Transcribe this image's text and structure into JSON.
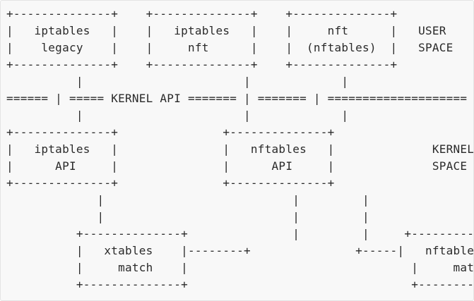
{
  "diagram": {
    "lines": [
      "+--------------+    +--------------+    +--------------+",
      "|   iptables   |    |   iptables   |    |     nft      |   USER",
      "|    legacy    |    |     nft      |    |  (nftables)  |   SPACE",
      "+--------------+    +--------------+    +--------------+",
      "          |                       |             |",
      "====== | ===== KERNEL API ======= | ======= | ====================",
      "          |                       |             |",
      "+--------------+               +--------------+",
      "|   iptables   |               |   nftables   |              KERNEL",
      "|      API     |               |      API     |              SPACE",
      "+--------------+               +--------------+",
      "             |                           |         |",
      "             |                           |         |",
      "          +--------------+               |         |     +--------------+",
      "          |   xtables    |--------+               +-----|   nftables   |",
      "          |     match    |                                |     match    |",
      "          +--------------+                                +--------------+"
    ]
  }
}
